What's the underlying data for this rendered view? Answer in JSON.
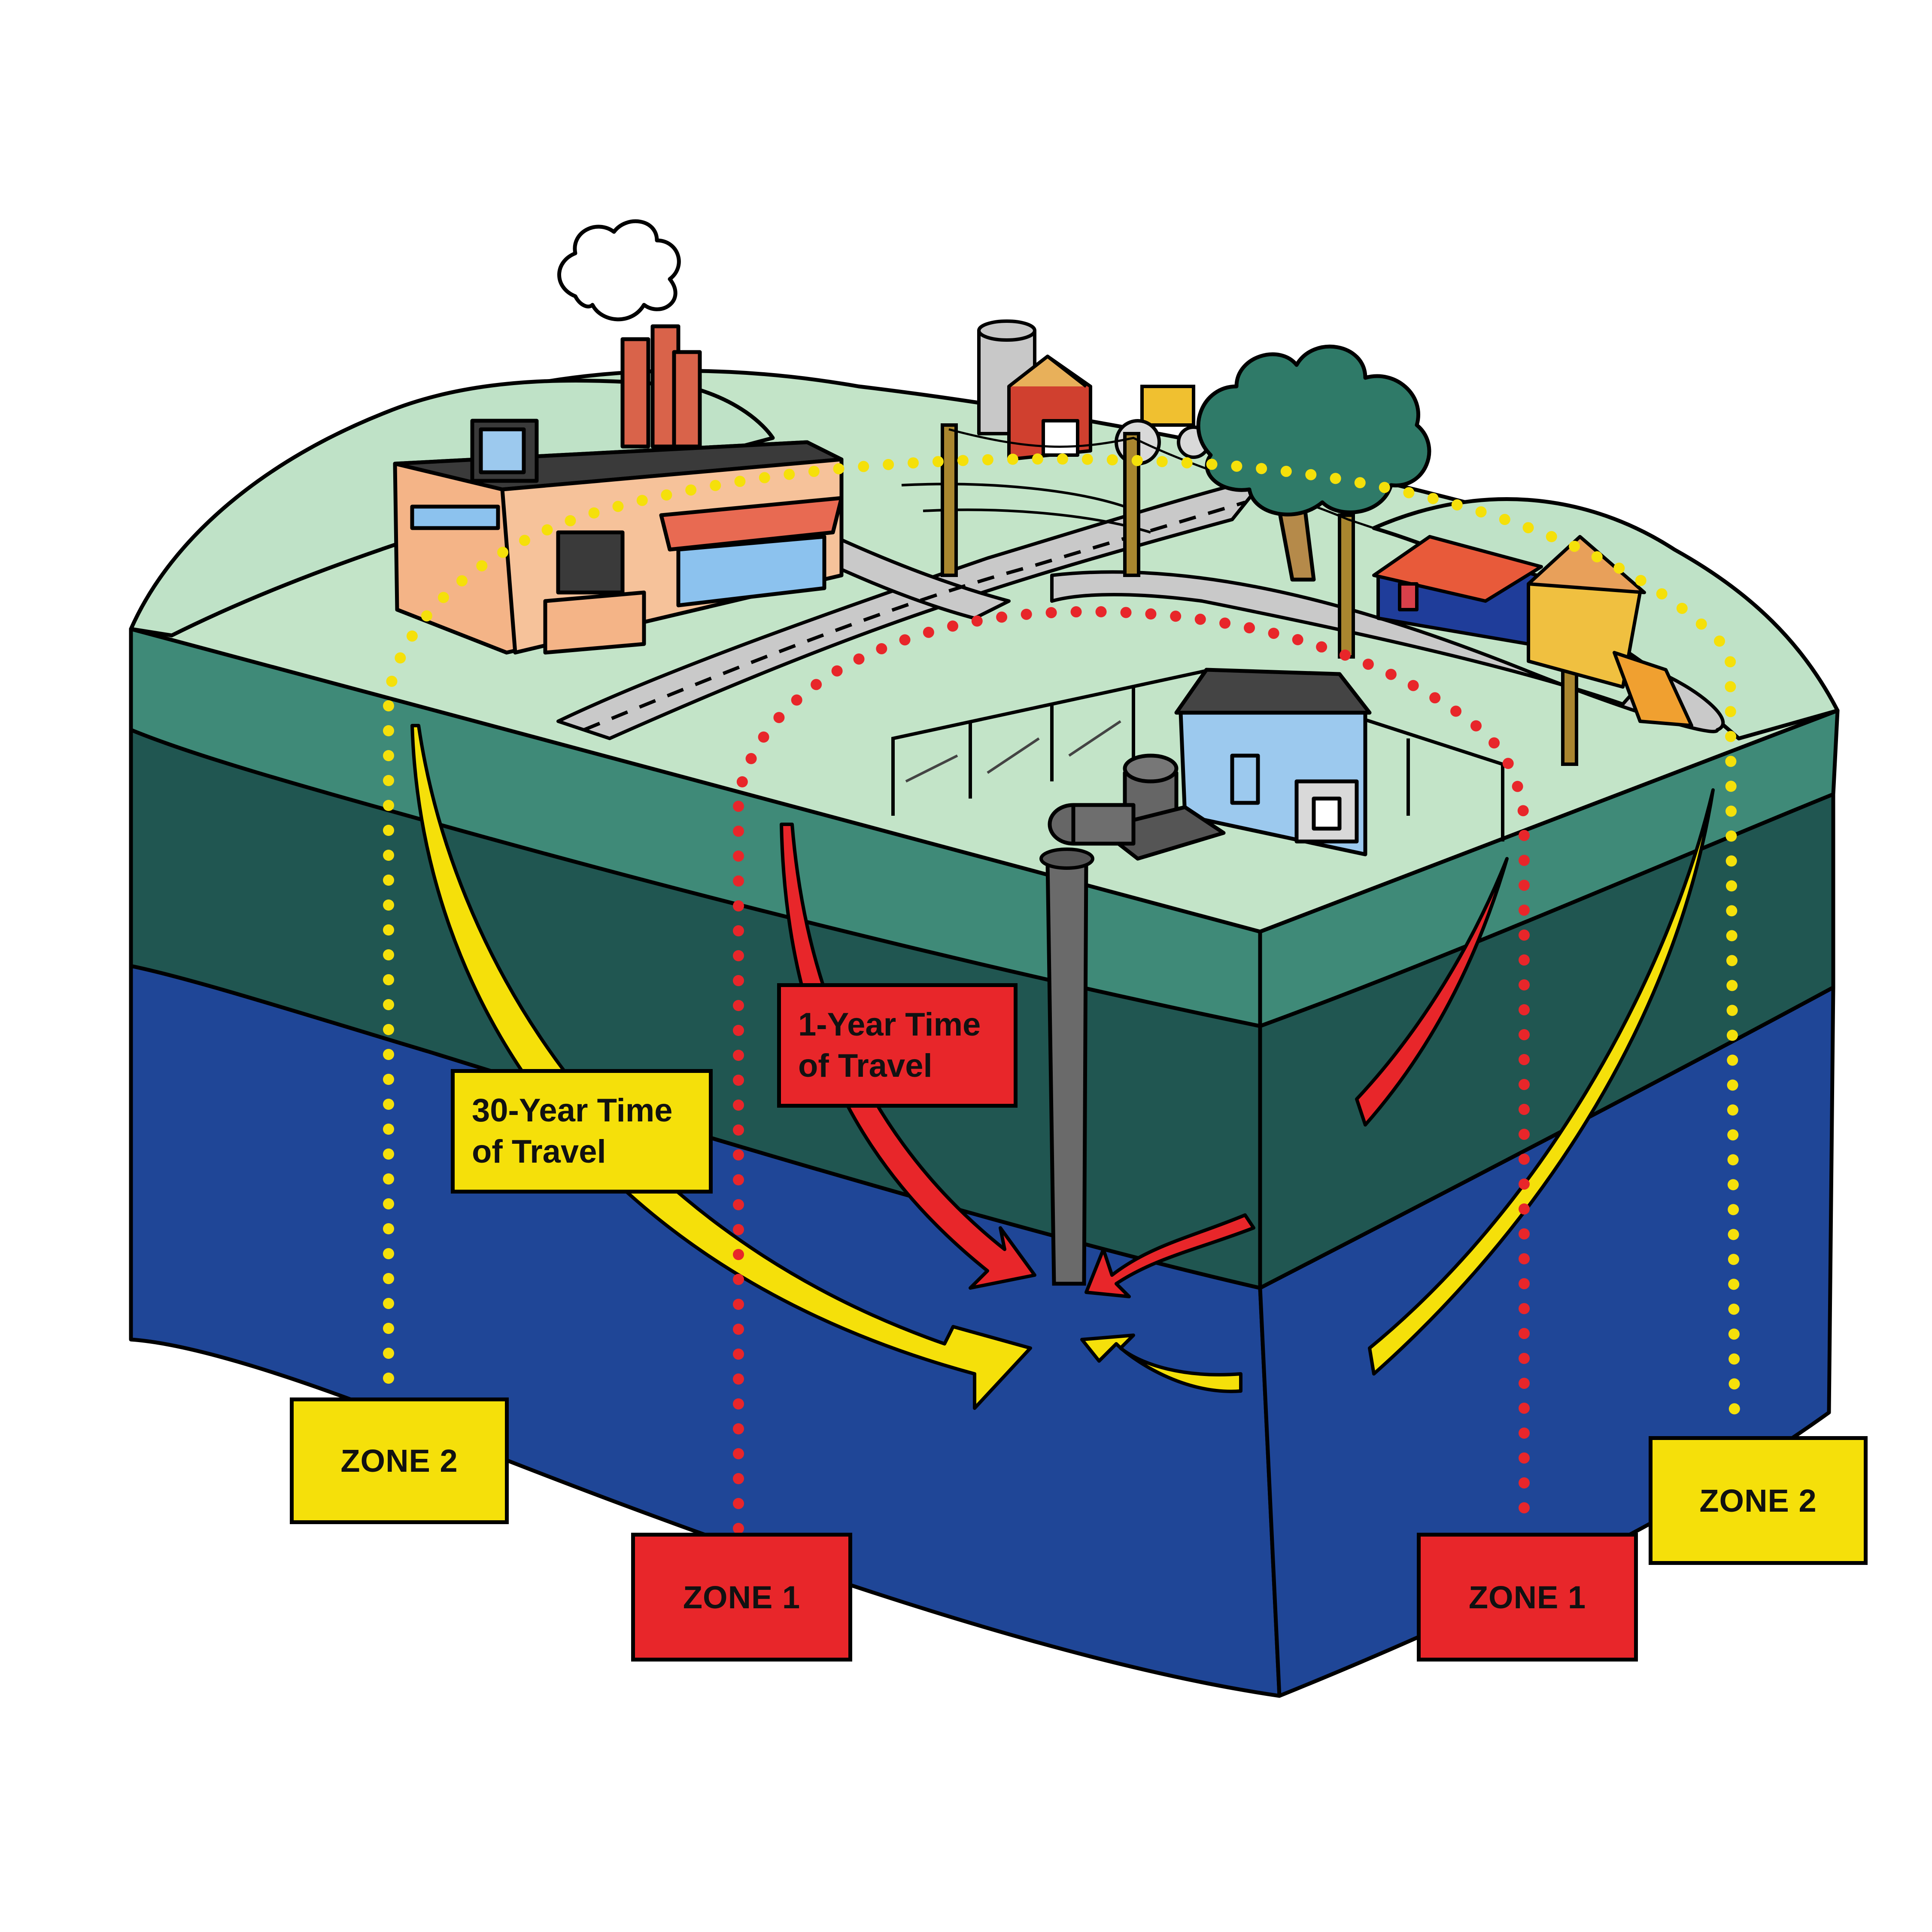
{
  "colors": {
    "zone1": "#e8262a",
    "zone2": "#f5e00a",
    "surface": "#c3e4c8",
    "hills": "#bfe2c7",
    "layer_top": "#3f8a78",
    "layer_mid": "#205651",
    "layer_aquifer": "#1f4697",
    "road": "#c9c9c9"
  },
  "labels": {
    "zone1_left": "ZONE 1",
    "zone1_right": "ZONE 1",
    "zone2_left": "ZONE 2",
    "zone2_right": "ZONE 2",
    "one_year_line1": "1-Year Time",
    "one_year_line2": "of Travel",
    "thirty_year_line1": "30-Year Time",
    "thirty_year_line2": "of Travel"
  },
  "icons": [
    "factory-icon",
    "smoke-cloud-icon",
    "farm-barn-icon",
    "silo-icon",
    "tractor-icon",
    "tree-icon",
    "houses-icon",
    "pump-house-icon",
    "well-pump-icon",
    "well-casing-icon",
    "fence-icon",
    "utility-pole-icon"
  ]
}
